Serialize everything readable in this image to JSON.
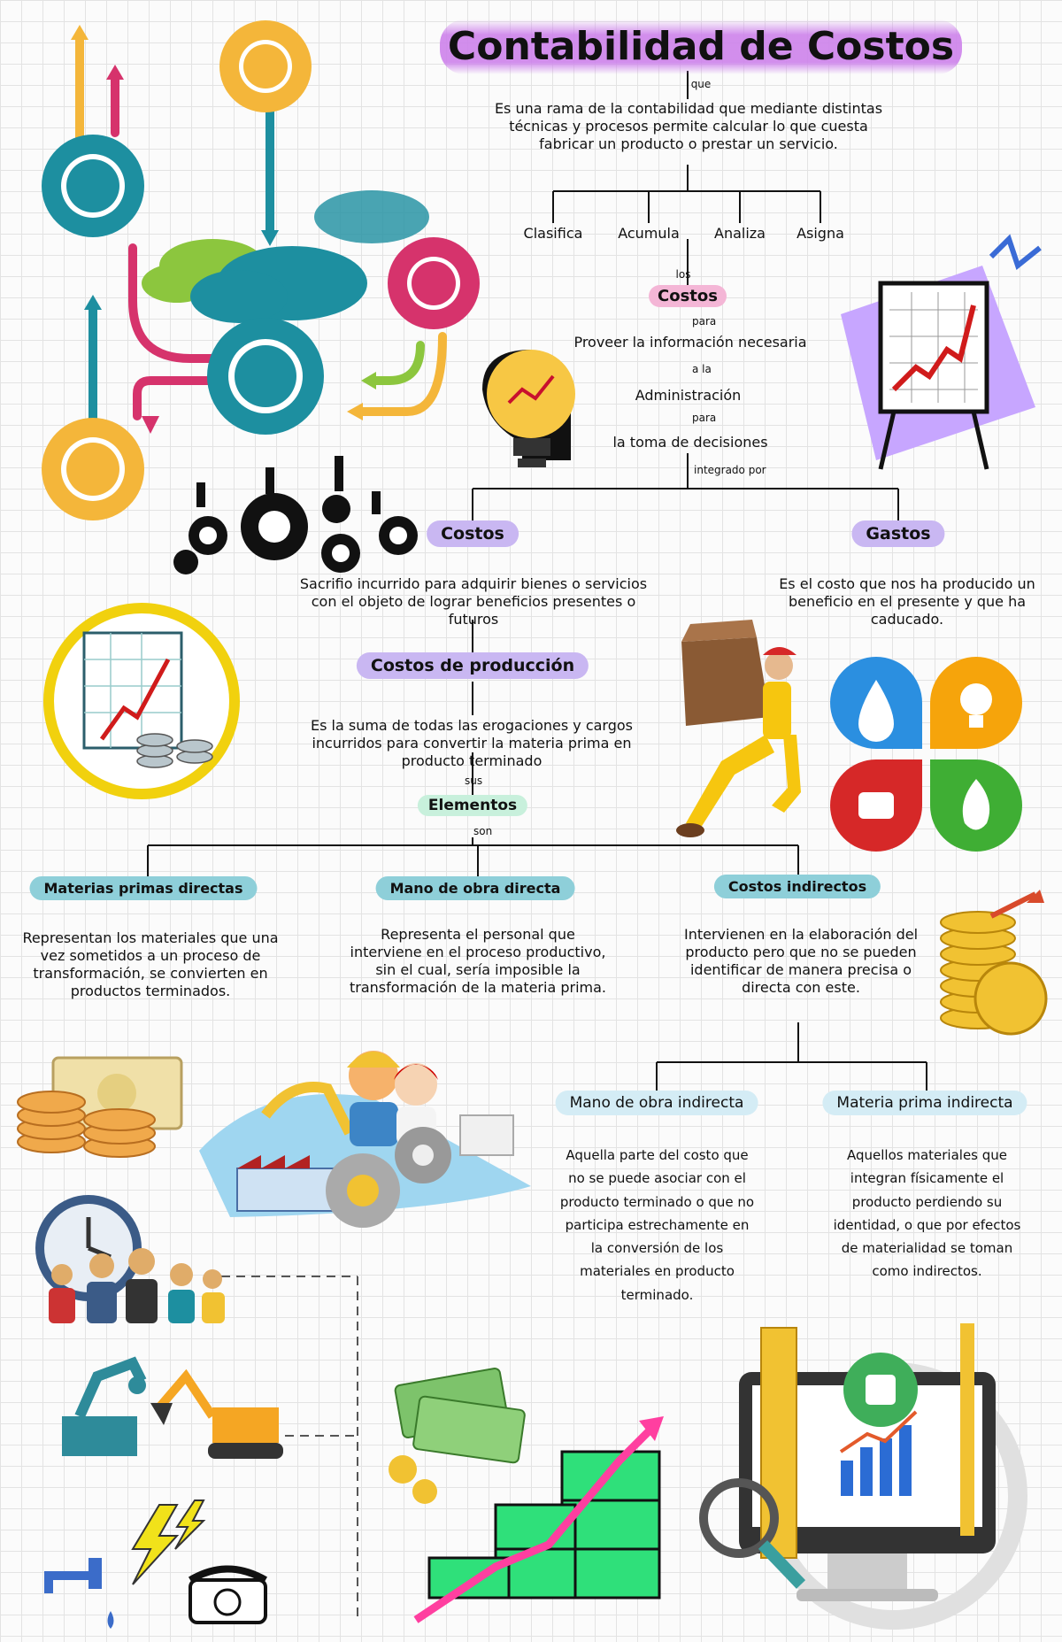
{
  "title": "Contabilidad de Costos",
  "connectors": {
    "que": "que",
    "los": "los",
    "para1": "para",
    "a_la": "a la",
    "para2": "para",
    "integrado_por": "integrado por",
    "sus": "sus",
    "son": "son"
  },
  "definition": "Es una rama de la contabilidad que mediante distintas técnicas y procesos permite calcular lo que cuesta fabricar un producto o prestar un servicio.",
  "verbs": [
    "Clasifica",
    "Acumula",
    "Analiza",
    "Asigna"
  ],
  "costos_top": "Costos",
  "proveer": "Proveer la información necesaria",
  "administracion": "Administración",
  "toma": "la toma de decisiones",
  "costos": {
    "label": "Costos",
    "desc": "Sacrifio incurrido para adquirir bienes o servicios con el objeto de lograr beneficios presentes o futuros"
  },
  "gastos": {
    "label": "Gastos",
    "desc": "Es el costo que nos ha producido un beneficio en el presente y que ha caducado."
  },
  "costos_produccion": {
    "label": "Costos de producción",
    "desc": "Es la suma de todas las erogaciones y cargos incurridos para convertir la materia prima en producto terminado"
  },
  "elementos": "Elementos",
  "materias_primas": {
    "label": "Materias primas directas",
    "desc": "Representan los materiales que una vez sometidos a un proceso de transformación, se convierten en productos terminados."
  },
  "mano_obra": {
    "label": "Mano de obra directa",
    "desc": "Representa el personal que interviene en el proceso productivo, sin el cual, sería imposible la transformación de la materia prima."
  },
  "costos_indirectos": {
    "label": "Costos indirectos",
    "desc": "Intervienen en la elaboración del producto pero que no se pueden identificar de manera precisa o directa con este."
  },
  "mano_obra_indirecta": {
    "label": "Mano de obra indirecta",
    "desc": "Aquella parte del costo que no se puede asociar con el producto terminado o que no participa estrechamente en la conversión de los materiales en producto terminado."
  },
  "materia_prima_indirecta": {
    "label": "Materia prima indirecta",
    "desc": "Aquellos materiales que integran físicamente el producto perdiendo su identidad, o que por efectos de materialidad se toman como indirectos."
  },
  "colors": {
    "purple_pill": "#c9b7f2",
    "pink_pill": "#f4b6d6",
    "green_pill": "#c8f0dc",
    "teal_pill": "#8ecfd9",
    "light_blue_pill": "#d4ecf5",
    "title_highlight": "#cd82eb",
    "teal": "#1d8fa0",
    "yellow": "#f4b63a",
    "magenta": "#d6336c",
    "green": "#8cc63e"
  }
}
